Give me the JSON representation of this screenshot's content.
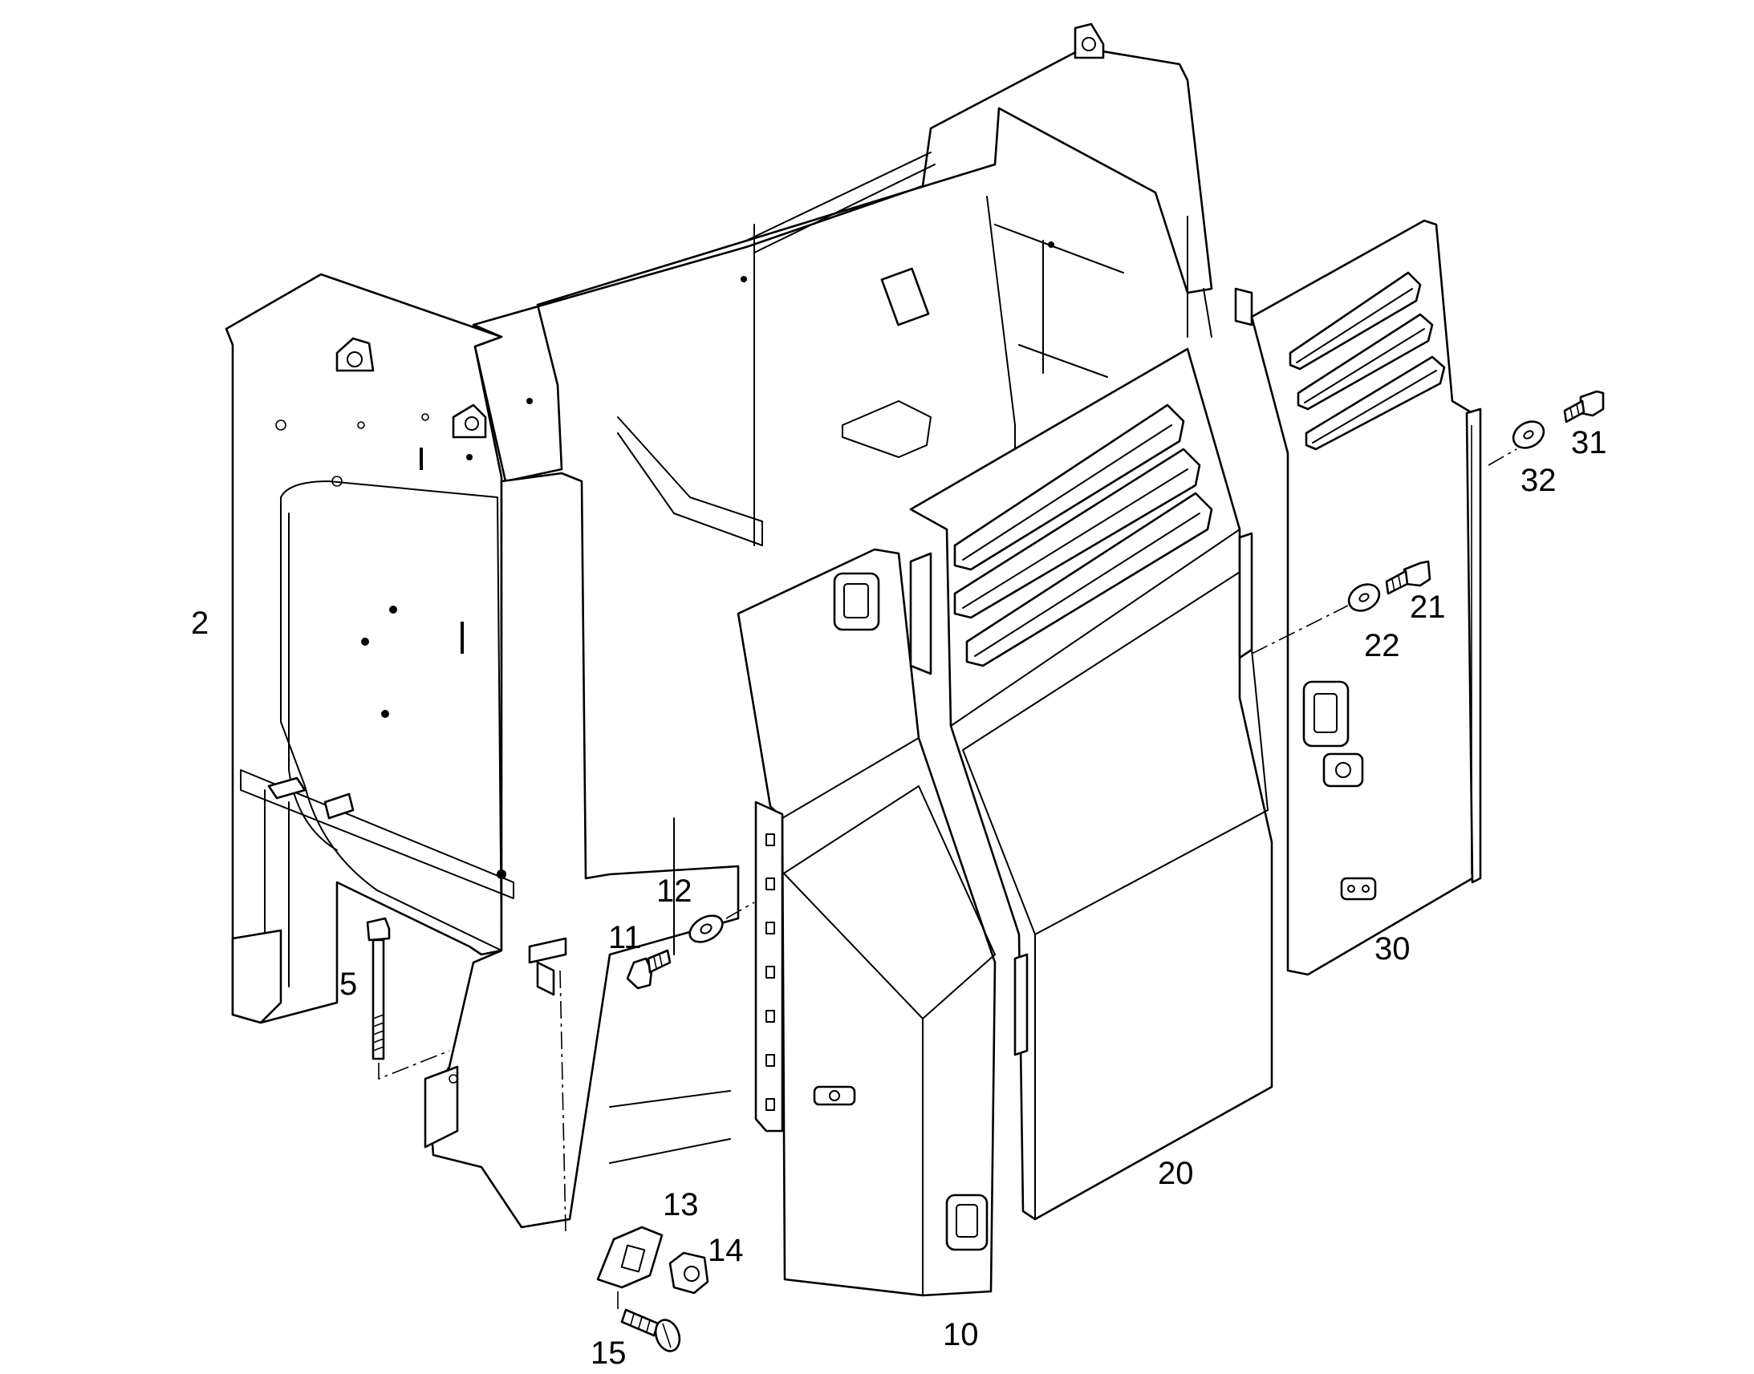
{
  "diagram": {
    "type": "exploded-parts-view",
    "callouts": [
      {
        "id": "p2",
        "label": "2"
      },
      {
        "id": "p5",
        "label": "5"
      },
      {
        "id": "p10",
        "label": "10"
      },
      {
        "id": "p11",
        "label": "11"
      },
      {
        "id": "p12",
        "label": "12"
      },
      {
        "id": "p13",
        "label": "13"
      },
      {
        "id": "p14",
        "label": "14"
      },
      {
        "id": "p15",
        "label": "15"
      },
      {
        "id": "p20",
        "label": "20"
      },
      {
        "id": "p21",
        "label": "21"
      },
      {
        "id": "p22",
        "label": "22"
      },
      {
        "id": "p30",
        "label": "30"
      },
      {
        "id": "p31",
        "label": "31"
      },
      {
        "id": "p32",
        "label": "32"
      }
    ]
  }
}
